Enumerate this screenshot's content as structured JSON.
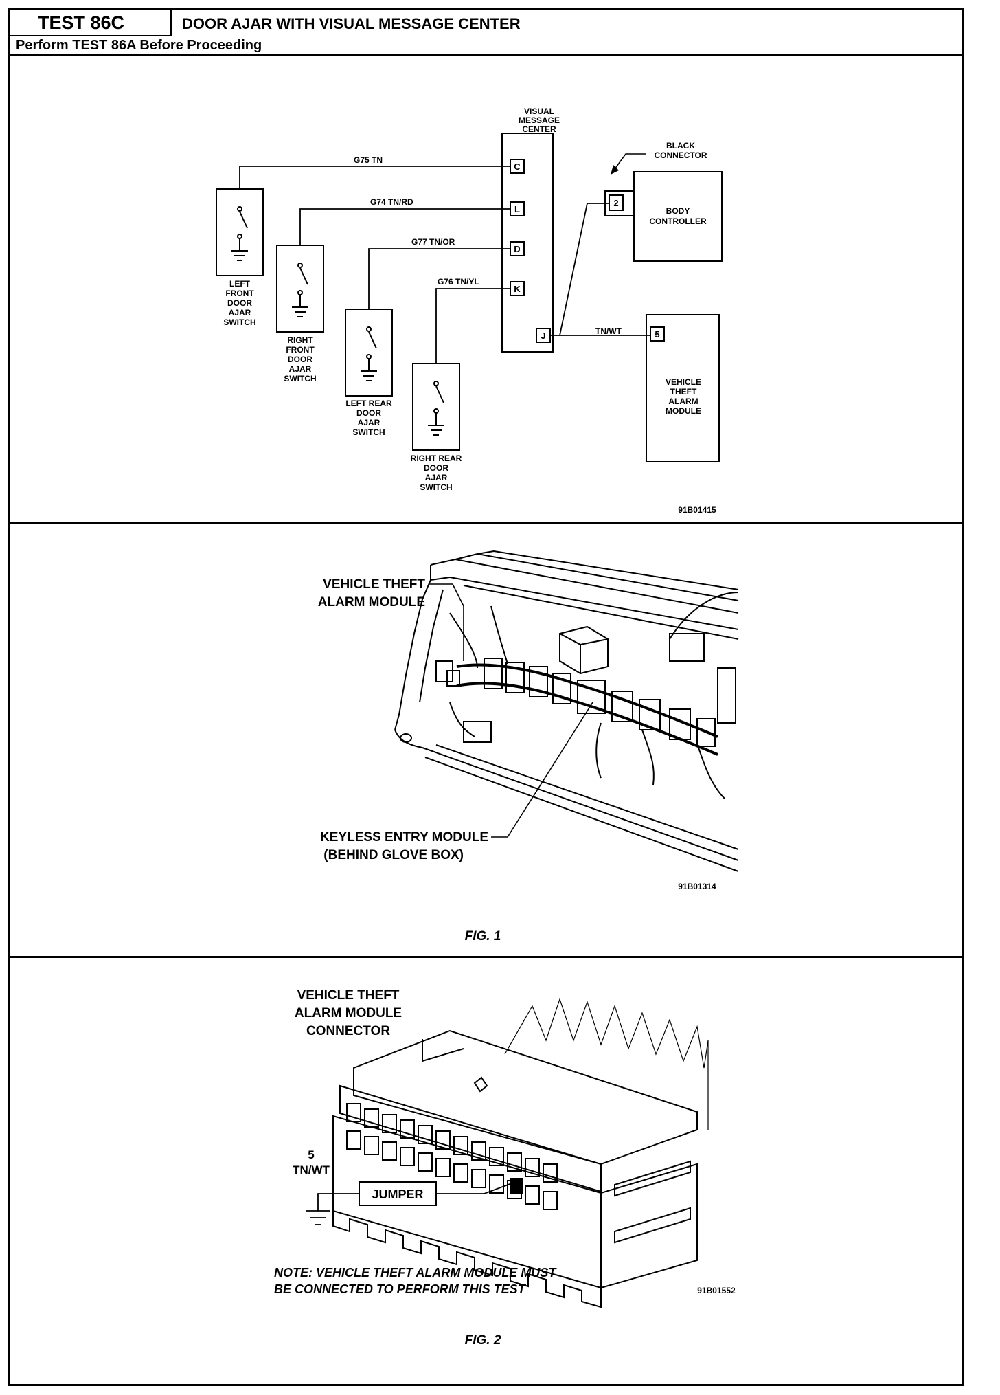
{
  "header": {
    "test_id": "TEST 86C",
    "title": "DOOR AJAR WITH VISUAL MESSAGE CENTER",
    "prerequisite": "Perform TEST 86A Before Proceeding"
  },
  "schematic": {
    "vmc_label": [
      "VISUAL",
      "MESSAGE",
      "CENTER"
    ],
    "vmc_pins": [
      "C",
      "L",
      "D",
      "K",
      "J"
    ],
    "wires": [
      "G75  TN",
      "G74  TN/RD",
      "G77  TN/OR",
      "G76  TN/YL",
      "TN/WT"
    ],
    "switches": [
      [
        "LEFT",
        "FRONT",
        "DOOR",
        "AJAR",
        "SWITCH"
      ],
      [
        "RIGHT",
        "FRONT",
        "DOOR",
        "AJAR",
        "SWITCH"
      ],
      [
        "LEFT REAR",
        "DOOR",
        "AJAR",
        "SWITCH"
      ],
      [
        "RIGHT REAR",
        "DOOR",
        "AJAR",
        "SWITCH"
      ]
    ],
    "black_connector": [
      "BLACK",
      "CONNECTOR"
    ],
    "body_controller": [
      "BODY",
      "CONTROLLER"
    ],
    "body_controller_pin": "2",
    "vtam": [
      "VEHICLE",
      "THEFT",
      "ALARM",
      "MODULE"
    ],
    "vtam_pin": "5",
    "code": "91B01415"
  },
  "fig1": {
    "callout_vtam": [
      "VEHICLE THEFT",
      "ALARM MODULE"
    ],
    "callout_keyless": [
      "KEYLESS ENTRY MODULE",
      "(BEHIND GLOVE BOX)"
    ],
    "code": "91B01314",
    "caption": "FIG. 1"
  },
  "fig2": {
    "callout_connector": [
      "VEHICLE THEFT",
      "ALARM MODULE",
      "CONNECTOR"
    ],
    "pin_label": [
      "5",
      "TN/WT"
    ],
    "jumper": "JUMPER",
    "note": [
      "NOTE: VEHICLE THEFT ALARM MODULE MUST",
      "BE CONNECTED TO PERFORM THIS TEST"
    ],
    "code": "91B01552",
    "caption": "FIG. 2"
  }
}
